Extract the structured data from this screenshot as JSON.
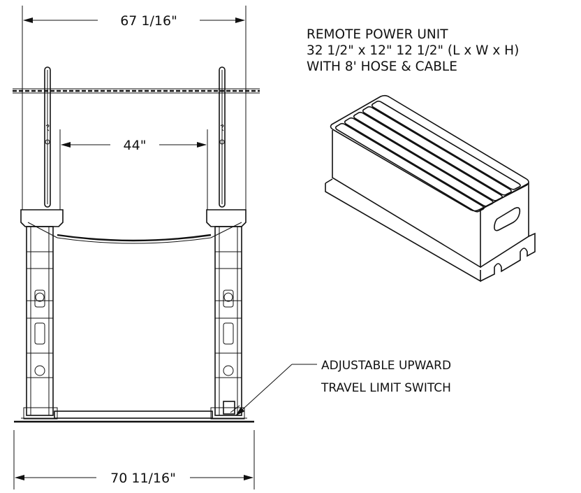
{
  "dimensions": {
    "top_width": "67 1/16\"",
    "inner_width": "44\"",
    "base_width": "70 11/16\""
  },
  "power_unit": {
    "line1": "REMOTE POWER UNIT",
    "line2": "32 1/2\" x 12\" 12 1/2\" (L x W x H)",
    "line3": "WITH 8' HOSE & CABLE"
  },
  "callout": {
    "line1": "ADJUSTABLE UPWARD",
    "line2": "TRAVEL LIMIT SWITCH"
  }
}
